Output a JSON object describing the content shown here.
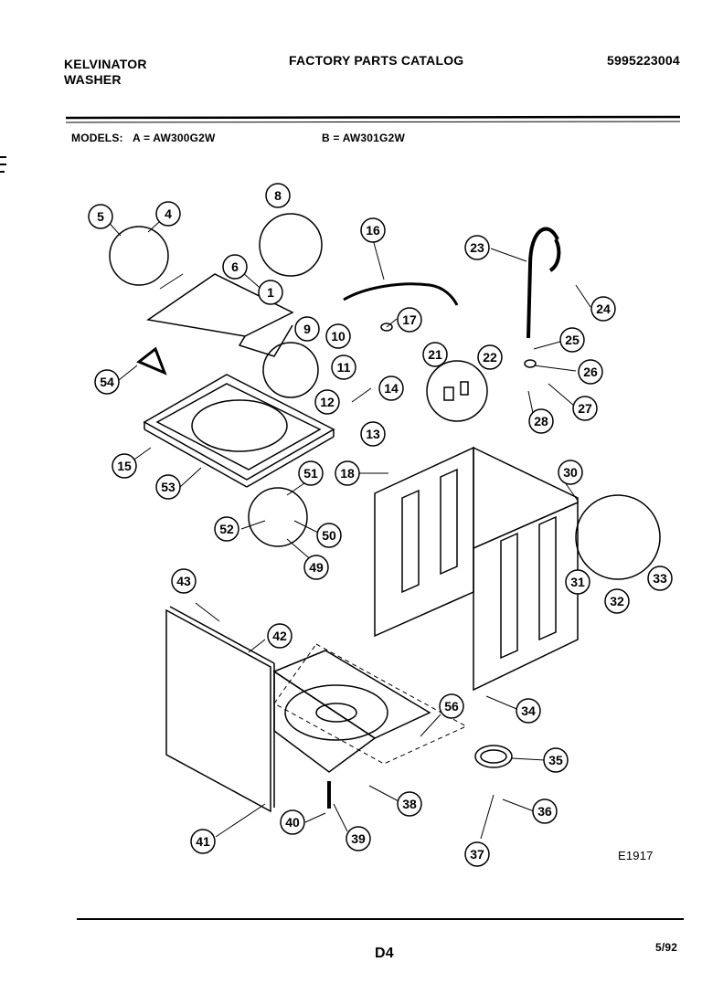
{
  "header": {
    "brand": "KELVINATOR",
    "product": "WASHER",
    "catalog_title": "FACTORY PARTS CATALOG",
    "catalog_number": "5995223004"
  },
  "models": {
    "label": "MODELS:",
    "model_a": "A = AW300G2W",
    "model_b": "B = AW301G2W"
  },
  "diagram": {
    "figure_code": "E1917",
    "callouts": [
      "1",
      "4",
      "5",
      "6",
      "8",
      "9",
      "10",
      "11",
      "12",
      "13",
      "14",
      "15",
      "16",
      "17",
      "18",
      "21",
      "22",
      "23",
      "24",
      "25",
      "26",
      "27",
      "28",
      "30",
      "31",
      "32",
      "33",
      "34",
      "35",
      "36",
      "37",
      "38",
      "39",
      "40",
      "41",
      "42",
      "43",
      "49",
      "50",
      "51",
      "52",
      "53",
      "54",
      "56"
    ]
  },
  "footer": {
    "page_id": "D4",
    "date": "5/92"
  }
}
